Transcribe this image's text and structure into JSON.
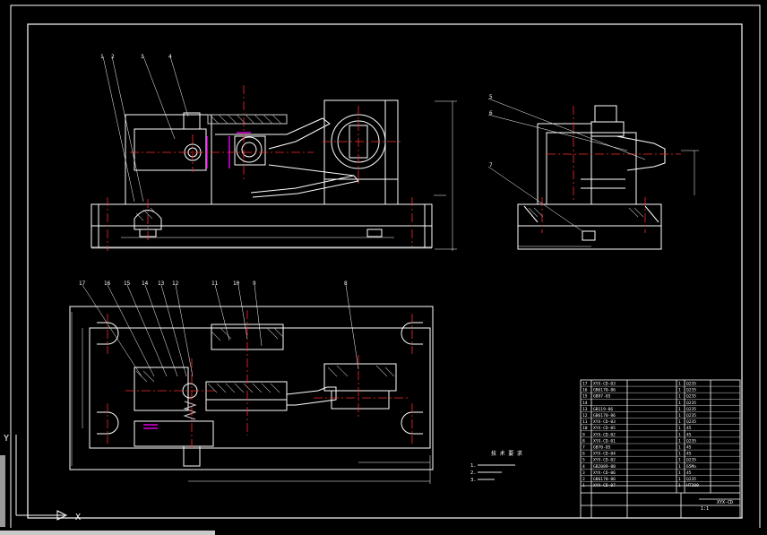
{
  "drawing": {
    "balloons_front": [
      "1",
      "2",
      "3",
      "4"
    ],
    "balloons_side": [
      "5",
      "6",
      "7"
    ],
    "balloons_plan": [
      "17",
      "16",
      "15",
      "14",
      "13",
      "12",
      "11",
      "10",
      "9",
      "8"
    ],
    "notes_title": "技 术 要 求",
    "notes": [
      "1.",
      "2.",
      "3."
    ],
    "ucs": {
      "y": "Y",
      "x": "X"
    }
  },
  "bom": {
    "rows": [
      [
        "17",
        "XYX-CD-03",
        "",
        "1",
        "Q235",
        ""
      ],
      [
        "16",
        "GB6170-86",
        "",
        "1",
        "Q235",
        ""
      ],
      [
        "15",
        "GB97-85",
        "",
        "1",
        "Q235",
        ""
      ],
      [
        "14",
        "",
        "",
        "1",
        "Q235",
        ""
      ],
      [
        "13",
        "GB119-86",
        "",
        "1",
        "Q235",
        ""
      ],
      [
        "12",
        "GB6170-86",
        "",
        "1",
        "Q235",
        ""
      ],
      [
        "11",
        "XYX-CD-03",
        "",
        "1",
        "Q235",
        ""
      ],
      [
        "10",
        "XYX-CD-05",
        "",
        "1",
        "45",
        ""
      ],
      [
        "9",
        "XYX-CD-02",
        "",
        "1",
        "45",
        ""
      ],
      [
        "8",
        "XYX-CD-01",
        "",
        "1",
        "Q235",
        ""
      ],
      [
        "7",
        "GB70-85",
        "",
        "1",
        "45",
        ""
      ],
      [
        "6",
        "XYX-CD-04",
        "",
        "1",
        "45",
        ""
      ],
      [
        "5",
        "XYX-CD-02",
        "",
        "1",
        "Q235",
        ""
      ],
      [
        "4",
        "GB2089-80",
        "",
        "1",
        "65Mn",
        ""
      ],
      [
        "3",
        "XYX-CD-06",
        "",
        "1",
        "45",
        ""
      ],
      [
        "2",
        "GB6170-86",
        "",
        "1",
        "Q235",
        ""
      ],
      [
        "1",
        "XYX-CD-07",
        "",
        "1",
        "HT200",
        ""
      ]
    ],
    "title_cell": "XYX-CD",
    "scale_cell": "1:1"
  }
}
